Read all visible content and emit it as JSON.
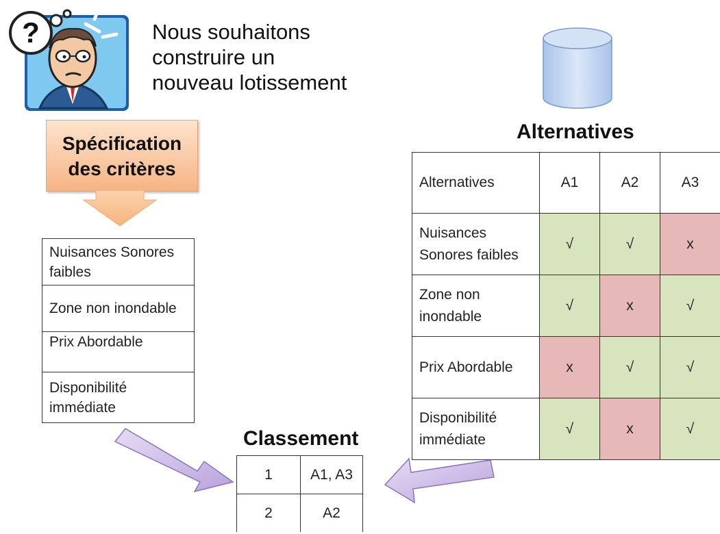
{
  "intro": {
    "lines": [
      "Nous souhaitons",
      "construire un",
      "nouveau lotissement"
    ],
    "icon": "confused-person-icon"
  },
  "specification": {
    "lines": [
      "Spécification",
      "des critères"
    ]
  },
  "criteria": [
    "Nuisances Sonores faibles",
    "Zone non inondable",
    "Prix Abordable",
    "Disponibilité immédiate"
  ],
  "alternatives": {
    "title": "Alternatives",
    "header_label": "Alternatives",
    "columns": [
      "A1",
      "A2",
      "A3"
    ],
    "rows": [
      {
        "label": "Nuisances Sonores faibles",
        "values": [
          "√",
          "√",
          "x"
        ]
      },
      {
        "label": "Zone non inondable",
        "values": [
          "√",
          "x",
          "√"
        ]
      },
      {
        "label": "Prix Abordable",
        "values": [
          "x",
          "√",
          "√"
        ]
      },
      {
        "label": "Disponibilité immédiate",
        "values": [
          "√",
          "x",
          "√"
        ]
      }
    ],
    "ok_color": "#d7e4bd",
    "ko_color": "#e6b9b8",
    "icon": "database-cylinder-icon"
  },
  "ranking": {
    "title": "Classement",
    "rows": [
      {
        "rank": "1",
        "alts": "A1, A3"
      },
      {
        "rank": "2",
        "alts": "A2"
      }
    ]
  },
  "colors": {
    "spec_box": "#f6b483",
    "arrow_orange": "#f9c28f",
    "arrow_purple": "#c9b8e4",
    "cylinder": "#c7d9f2"
  }
}
